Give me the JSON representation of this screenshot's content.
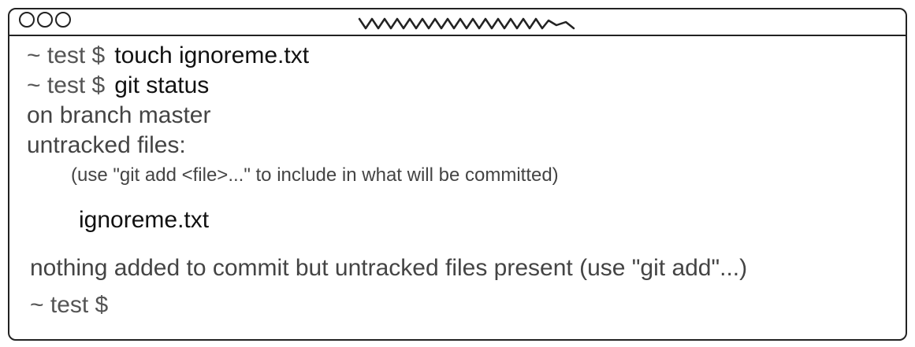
{
  "window": {
    "title_icon": "scribble-title",
    "controls": [
      "close-icon",
      "minimize-icon",
      "maximize-icon"
    ]
  },
  "terminal": {
    "prompt": "~ test $",
    "lines": [
      {
        "type": "command",
        "prompt": "~ test $",
        "text": "touch ignoreme.txt"
      },
      {
        "type": "command",
        "prompt": "~ test $",
        "text": "git status"
      },
      {
        "type": "output",
        "text": "on branch master"
      },
      {
        "type": "output",
        "text": "untracked files:"
      },
      {
        "type": "hint",
        "text": "(use \"git add <file>...\" to include in what will be committed)"
      },
      {
        "type": "file",
        "text": "ignoreme.txt"
      },
      {
        "type": "output",
        "text": "nothing added to commit but untracked files present (use \"git add\"...)"
      },
      {
        "type": "prompt",
        "text": "~ test $"
      }
    ]
  }
}
